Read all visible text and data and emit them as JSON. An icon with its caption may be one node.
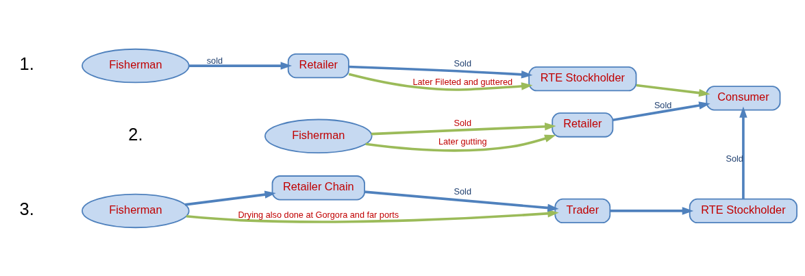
{
  "diagram": {
    "nodes": [
      {
        "text": [
          "Fisherman"
        ]
      },
      {
        "text": [
          "Retailer"
        ]
      },
      {
        "text": [
          "RTE Stockholder"
        ]
      },
      {
        "text": [
          "Fisherman"
        ]
      },
      {
        "text": [
          "Retailer"
        ]
      },
      {
        "text": [
          "Consumer"
        ]
      },
      {
        "text": [
          "Fisherman"
        ]
      },
      {
        "text": [
          "Retailer Chain"
        ]
      },
      {
        "text": [
          "Trader"
        ]
      },
      {
        "text": [
          "RTE Stockholder"
        ]
      }
    ],
    "edges": [
      {
        "from": 0,
        "to": 1,
        "arrow": "to",
        "label": "sold"
      },
      {
        "from": 1,
        "to": 2,
        "arrow": "to",
        "label": "Sold"
      },
      {
        "from": 1,
        "to": 2,
        "arrow": "to",
        "label": "Later Fileted and guttered",
        "color": "#9bbb59"
      },
      {
        "from": 2,
        "to": 5,
        "arrow": "to",
        "color": "#9bbb59"
      },
      {
        "from": 3,
        "to": 4,
        "arrow": "to",
        "label": "Sold",
        "color": "#9bbb59"
      },
      {
        "from": 3,
        "to": 4,
        "arrow": "to",
        "label": "Later gutting",
        "color": "#9bbb59"
      },
      {
        "from": 4,
        "to": 5,
        "arrow": "to",
        "label": "Sold"
      },
      {
        "from": 6,
        "to": 7,
        "arrow": "to"
      },
      {
        "from": 7,
        "to": 8,
        "arrow": "to",
        "label": "Sold"
      },
      {
        "from": 6,
        "to": 8,
        "arrow": "to",
        "label": "Drying also done at Gorgora and far ports",
        "color": "#9bbb59"
      },
      {
        "from": 8,
        "to": 9,
        "arrow": "to"
      },
      {
        "from": 9,
        "to": 5,
        "arrow": "to",
        "label": "Sold"
      }
    ],
    "labels": [
      "1.",
      "2.",
      "3."
    ]
  }
}
